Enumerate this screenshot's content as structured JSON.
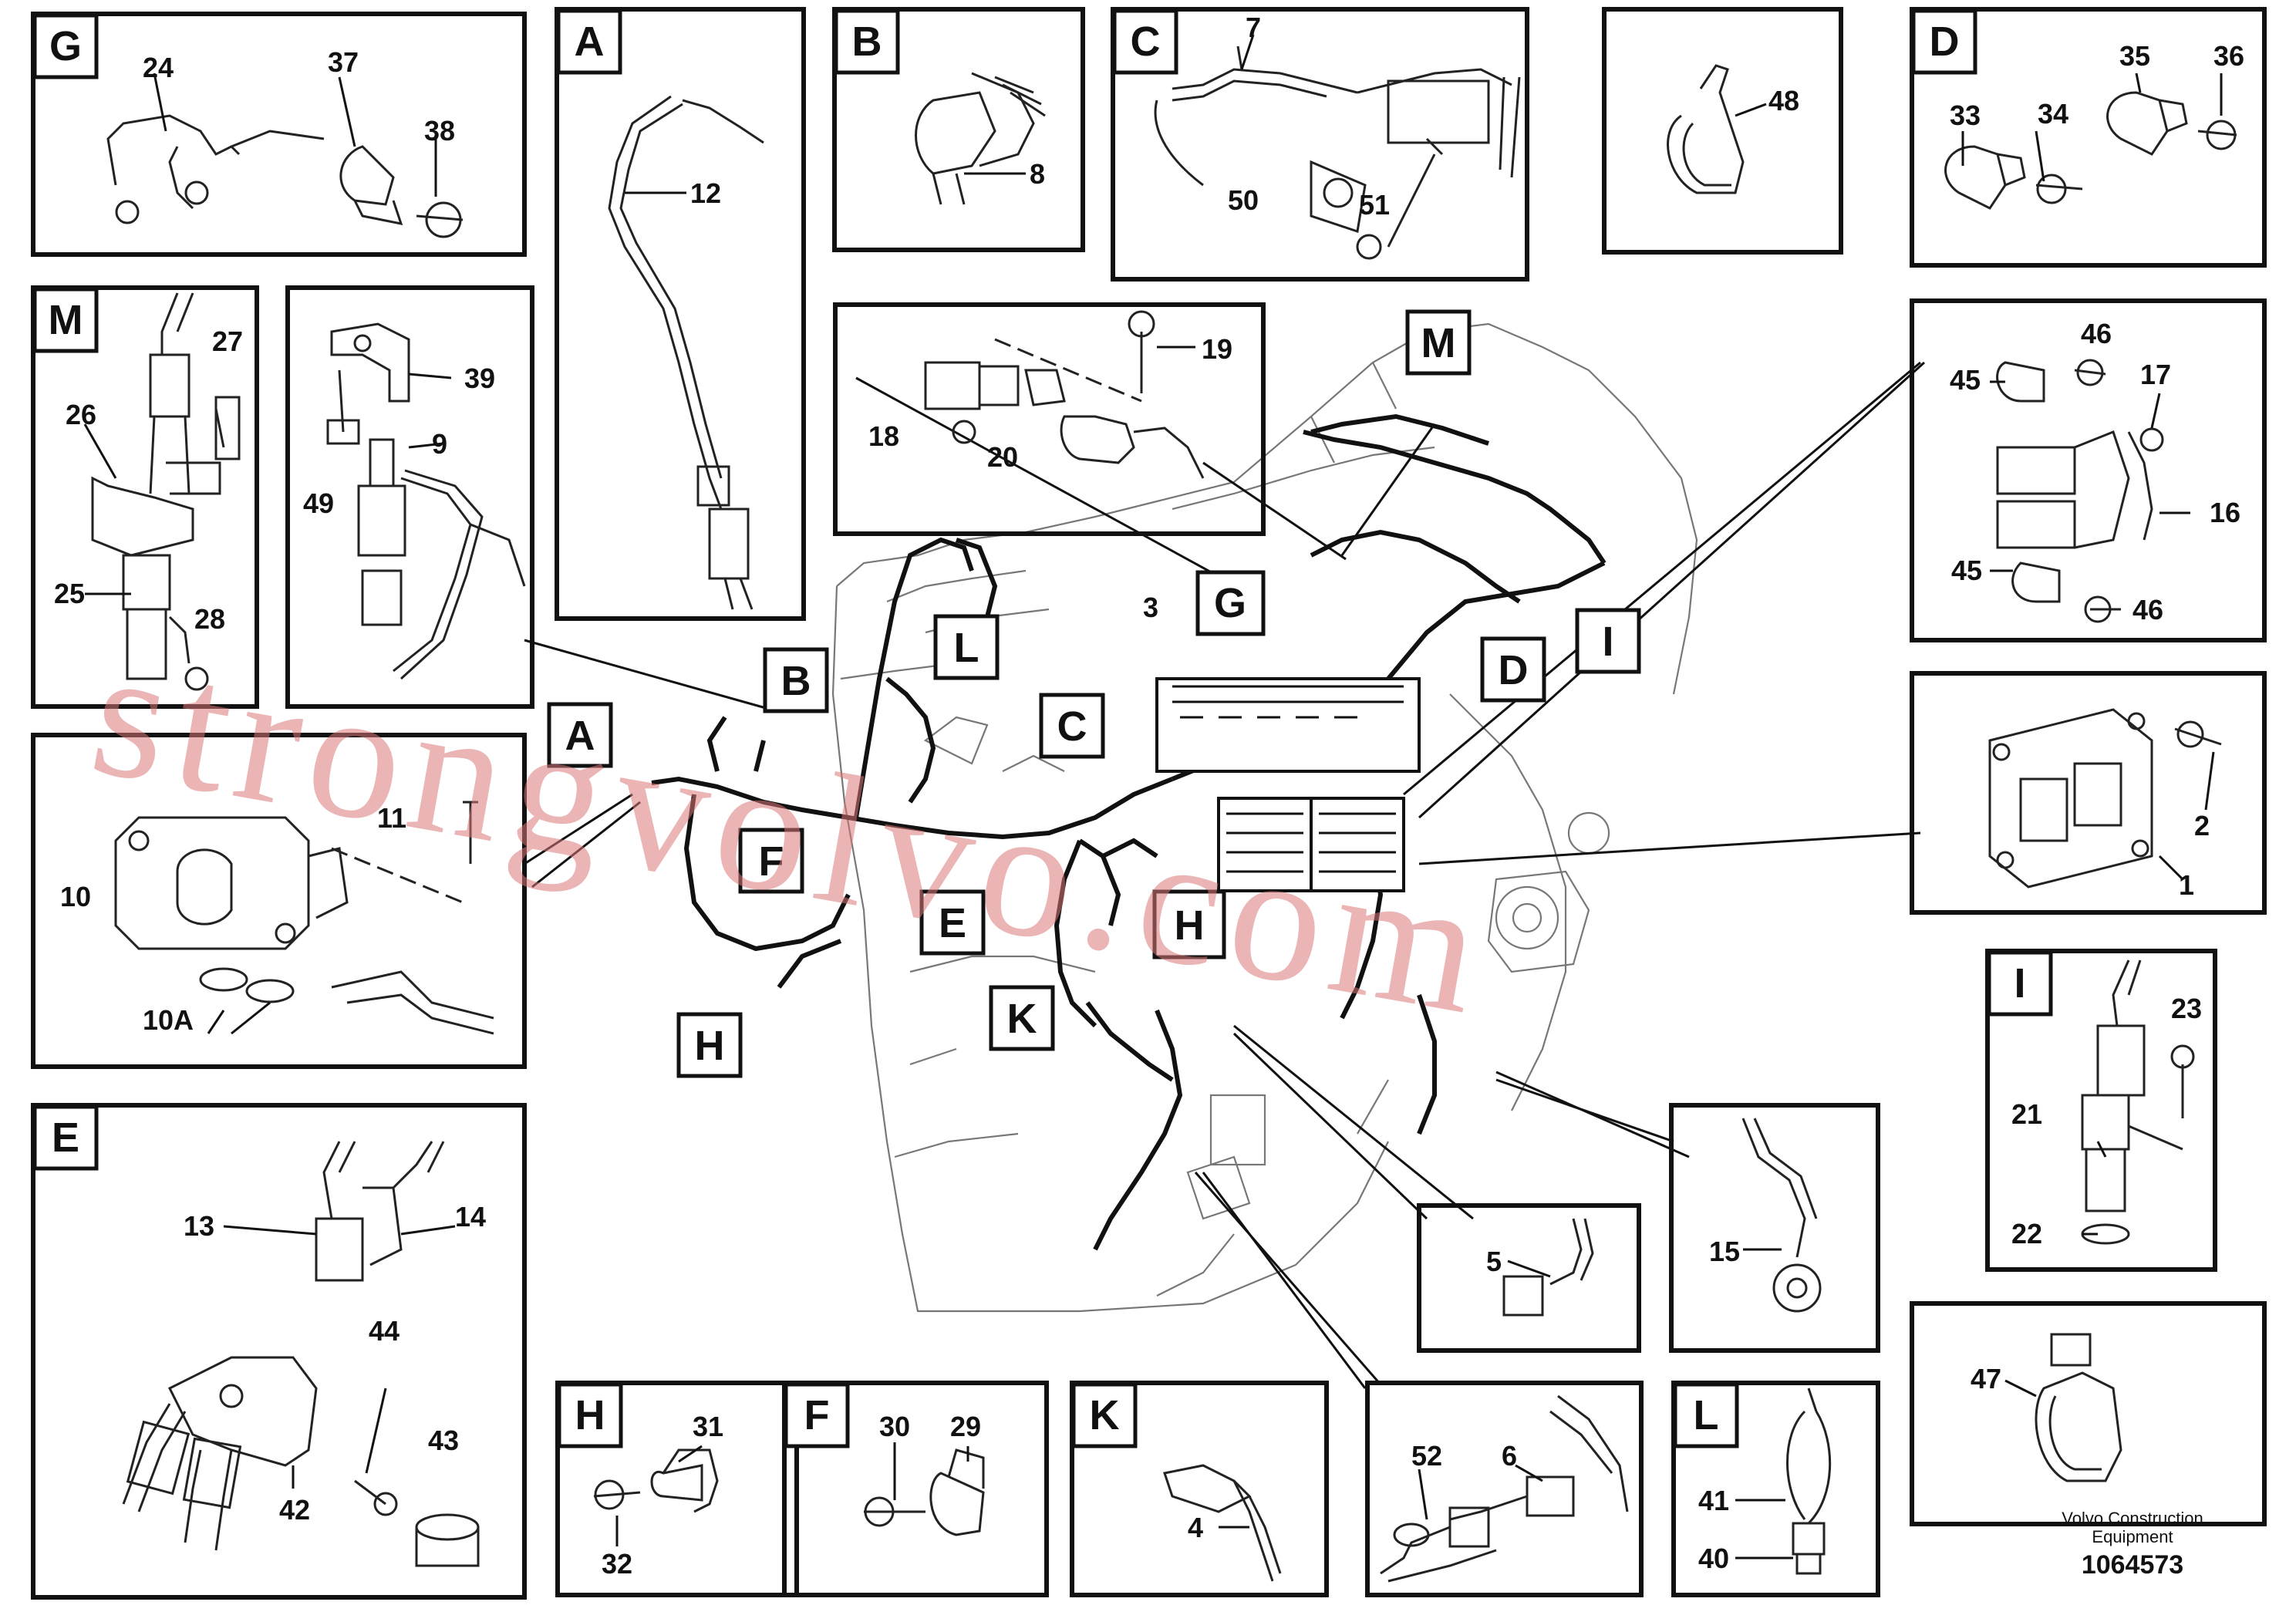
{
  "footer": {
    "company": "Volvo Construction Equipment",
    "line1": "Volvo Construction",
    "line2": "Equipment",
    "drawing_no": "1064573"
  },
  "watermark": "strongvolvo.com",
  "detail_letters": [
    "G",
    "A",
    "B",
    "C",
    "D",
    "M",
    "E",
    "H",
    "F",
    "K",
    "L",
    "I"
  ],
  "callout_letters": [
    "M",
    "G",
    "I",
    "D",
    "L",
    "B",
    "C",
    "A",
    "F",
    "E",
    "H",
    "K",
    "H"
  ],
  "part_numbers": {
    "p1": "1",
    "p2": "2",
    "p3": "3",
    "p4": "4",
    "p5": "5",
    "p6": "6",
    "p7": "7",
    "p8": "8",
    "p9": "9",
    "p10": "10",
    "p10A": "10A",
    "p11": "11",
    "p12": "12",
    "p13": "13",
    "p14": "14",
    "p15": "15",
    "p16": "16",
    "p17": "17",
    "p18": "18",
    "p19": "19",
    "p20": "20",
    "p21": "21",
    "p22": "22",
    "p23": "23",
    "p24": "24",
    "p25": "25",
    "p26": "26",
    "p27": "27",
    "p28": "28",
    "p29": "29",
    "p30": "30",
    "p31": "31",
    "p32": "32",
    "p33": "33",
    "p34": "34",
    "p35": "35",
    "p36": "36",
    "p37": "37",
    "p38": "38",
    "p39": "39",
    "p40": "40",
    "p41": "41",
    "p42": "42",
    "p43": "43",
    "p44": "44",
    "p45a": "45",
    "p45b": "45",
    "p46a": "46",
    "p46b": "46",
    "p47": "47",
    "p48": "48",
    "p49": "49",
    "p50": "50",
    "p51": "51",
    "p52": "52"
  }
}
